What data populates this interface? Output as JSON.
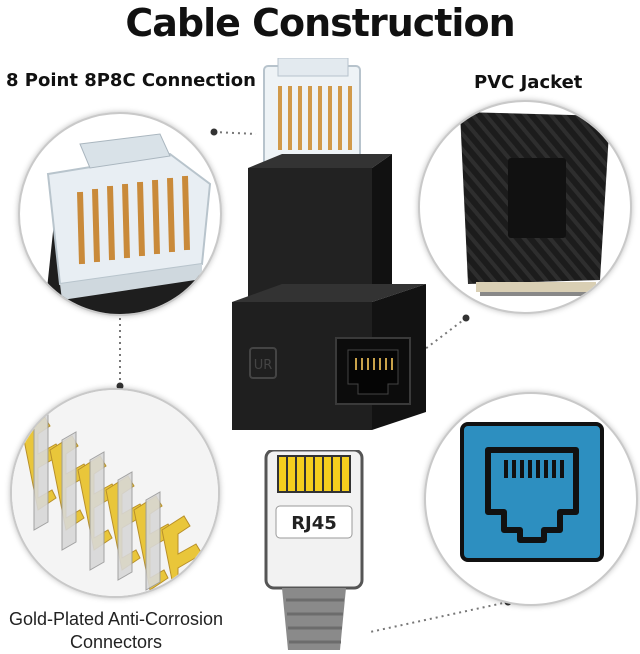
{
  "title": "Cable Construction",
  "labels": {
    "point_connection": "8 Point 8P8C Connection",
    "pvc_jacket": "PVC Jacket",
    "gold_line1": "Gold-Plated Anti-Corrosion",
    "gold_line2": "Connectors"
  },
  "rj45_label": "RJ45",
  "adapter_badge": "UR",
  "colors": {
    "title": "#111111",
    "gold": "#e9c63a",
    "jack_blue": "#2d8fc0",
    "jacket_black": "#1c1c1c"
  }
}
